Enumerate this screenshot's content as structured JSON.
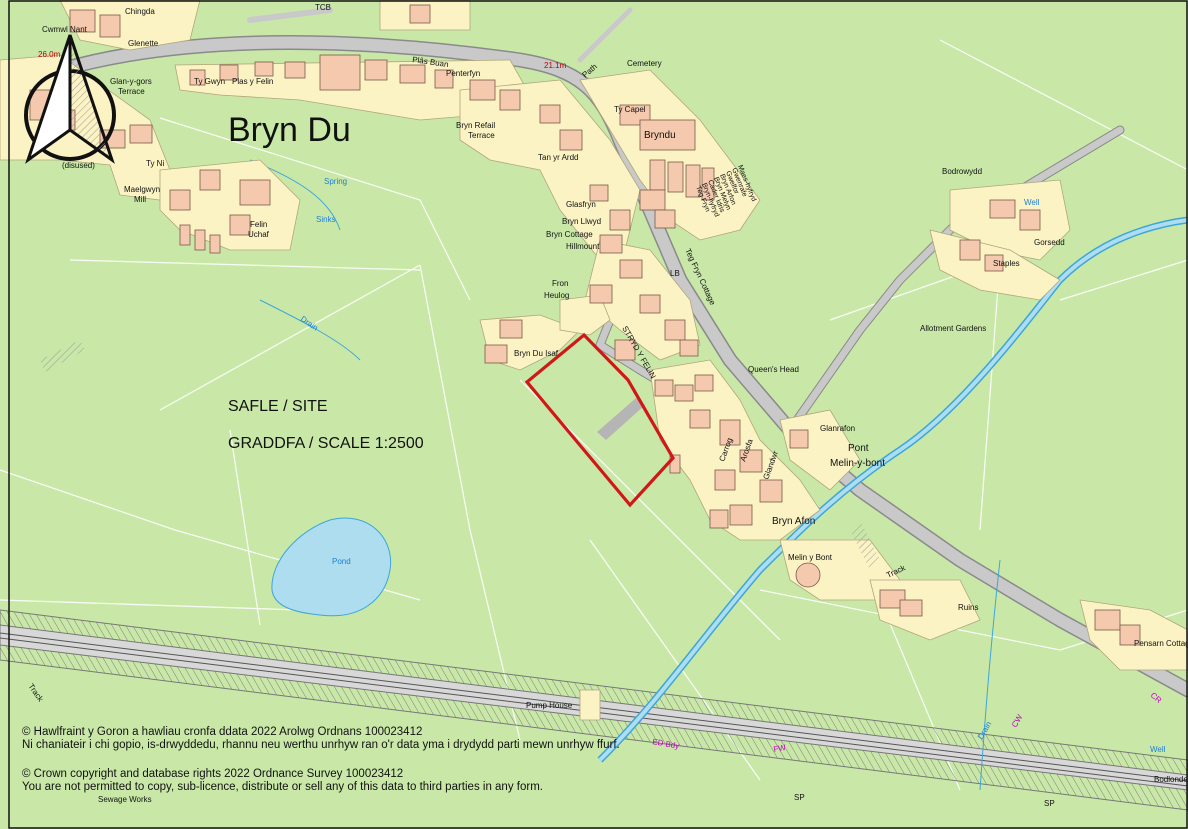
{
  "place_title": "Bryn Du",
  "site_title": "SAFLE / SITE",
  "scale_text": "GRADDFA / SCALE 1:2500",
  "copyright": {
    "welsh_line1": "© Hawlfraint y Goron a hawliau cronfa ddata 2022 Arolwg Ordnans 100023412",
    "welsh_line2": "Ni chaniateir i chi gopio, is-drwyddedu, rhannu neu werthu unrhyw ran o'r data yma i drydydd parti mewn unrhyw ffurf.",
    "english_line1": "© Crown copyright and database rights 2022 Ordnance Survey 100023412",
    "english_line2": "You are not permitted to copy, sub-licence, distribute or sell any of this data to third parties in any form."
  },
  "labels": {
    "cwmwl_nant": "Cwmwl Nant",
    "chingda": "Chingda",
    "glenette": "Glenette",
    "tcb": "TCB",
    "spot_height_1": "26.0m",
    "spot_height_2": "21.1m",
    "plas_buan": "Plâs Buan",
    "path": "Path",
    "cemetery": "Cemetery",
    "glan_y_gors": "Glan-y-gors",
    "terrace": "Terrace",
    "ty_gwyn": "Ty Gwyn",
    "plas_y_felin": "Plas y Felin",
    "penterfyn": "Penterfyn",
    "ty_capel": "Ty Capel",
    "bryndu": "Bryndu",
    "bryn_refail": "Bryn Refail",
    "bryn_refail_terrace": "Terrace",
    "tan_yr_ardd": "Tan yr Ardd",
    "ty_ni": "Ty Ni",
    "disused": "(disused)",
    "maelgwyn": "Maelgwyn",
    "mill": "Mill",
    "spring": "Spring",
    "sinks": "Sinks",
    "felin": "Felin",
    "uchaf": "Uchaf",
    "glasfryn": "Glasfryn",
    "bryn_llwyd": "Bryn Llwyd",
    "bryn_cottage": "Bryn Cottage",
    "hillmount": "Hillmount",
    "bodrowydd": "Bodrowydd",
    "well_1": "Well",
    "gorsedd": "Gorsedd",
    "staples": "Staples",
    "fron": "Fron",
    "heulog": "Heulog",
    "lb": "LB",
    "teg_fryn_cottage": "Teg Fryn Cottage",
    "drain_1": "Drain",
    "allotment_gardens": "Allotment Gardens",
    "bryn_du_isaf": "Bryn Du Isaf",
    "stryd_y_felin": "STRYD Y FELIN",
    "queens_head": "Queen's Head",
    "glanrafon": "Glanrafon",
    "pont": "Pont",
    "melin_y_bont": "Melin-y-bont",
    "carrog": "Carrog",
    "arosfa": "Arosfa",
    "glandwr": "Glandwr",
    "bryn_afon": "Bryn Afon",
    "melin_y_bont_small": "Melin y Bont",
    "track_1": "Track",
    "ruins": "Ruins",
    "pond": "Pond",
    "pensarn_cottage": "Pensarn Cottage",
    "track_2": "Track",
    "pump_house": "Pump House",
    "ed_bdy": "ED Bdy",
    "fw": "FW",
    "drain_2": "Drain",
    "cw": "CW",
    "cr": "CR",
    "well_2": "Well",
    "bodlondeb": "Bodlondeb",
    "sp_1": "SP",
    "sp_2": "SP",
    "sewage_works": "Sewage Works",
    "row_houses": [
      "Maes-hyfryd",
      "Gwenrafe",
      "Gwelfor",
      "Bryn Arfon",
      "Bryn Melyn",
      "Cader Idris",
      "Bryn-hyfryd",
      "Teg Fryn"
    ]
  },
  "colors": {
    "field": "#c9e8a8",
    "building_yard": "#fbf3c4",
    "building": "#f4c9ae",
    "road": "#c8c8c8",
    "water": "#aeddf0",
    "site_boundary": "#d01818"
  }
}
